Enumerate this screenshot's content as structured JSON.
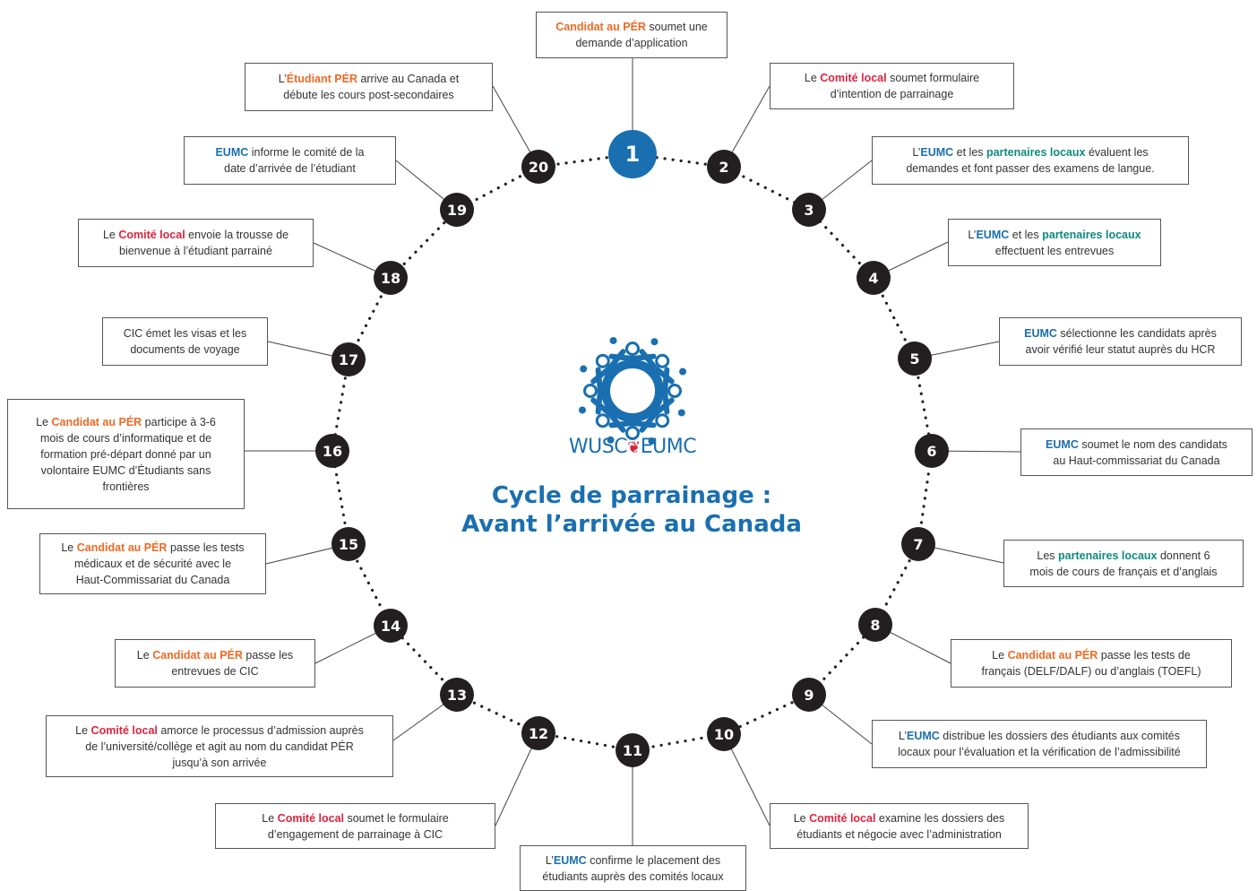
{
  "colors": {
    "orange": "#ee6a24",
    "red": "#e0243f",
    "blue": "#1a6fb0",
    "teal": "#0f8a7e",
    "dark": "#231f20"
  },
  "logo": {
    "left": "WUSC",
    "right": "EUMC",
    "icon": "maple-leaf-icon"
  },
  "title": {
    "line1": "Cycle de parrainage :",
    "line2": "Avant l’arrivée au Canada"
  },
  "steps": [
    {
      "num": "1",
      "text": [
        [
          {
            "t": "Candidat au PÉR",
            "c": "orange"
          },
          {
            "t": " soumet une"
          }
        ],
        [
          {
            "t": "demande d’application"
          }
        ]
      ]
    },
    {
      "num": "2",
      "text": [
        [
          {
            "t": "Le "
          },
          {
            "t": "Comité local",
            "c": "red"
          },
          {
            "t": " soumet formulaire"
          }
        ],
        [
          {
            "t": "d’intention de parrainage"
          }
        ]
      ]
    },
    {
      "num": "3",
      "text": [
        [
          {
            "t": "L’"
          },
          {
            "t": "EUMC",
            "c": "blue"
          },
          {
            "t": " et les "
          },
          {
            "t": "partenaires locaux",
            "c": "teal"
          },
          {
            "t": " évaluent les"
          }
        ],
        [
          {
            "t": "demandes et font passer des examens de langue."
          }
        ]
      ]
    },
    {
      "num": "4",
      "text": [
        [
          {
            "t": "L’"
          },
          {
            "t": "EUMC",
            "c": "blue"
          },
          {
            "t": " et les "
          },
          {
            "t": "partenaires locaux",
            "c": "teal"
          }
        ],
        [
          {
            "t": "effectuent les entrevues"
          }
        ]
      ]
    },
    {
      "num": "5",
      "text": [
        [
          {
            "t": "EUMC",
            "c": "blue"
          },
          {
            "t": " sélectionne les candidats après"
          }
        ],
        [
          {
            "t": "avoir vérifié leur statut auprès du HCR"
          }
        ]
      ]
    },
    {
      "num": "6",
      "text": [
        [
          {
            "t": "EUMC",
            "c": "blue"
          },
          {
            "t": " soumet le nom des candidats"
          }
        ],
        [
          {
            "t": "au Haut-commissariat du Canada"
          }
        ]
      ]
    },
    {
      "num": "7",
      "text": [
        [
          {
            "t": "Les "
          },
          {
            "t": "partenaires locaux",
            "c": "teal"
          },
          {
            "t": " donnent 6"
          }
        ],
        [
          {
            "t": "mois de cours de français et d’anglais"
          }
        ]
      ]
    },
    {
      "num": "8",
      "text": [
        [
          {
            "t": "Le "
          },
          {
            "t": "Candidat au PÉR",
            "c": "orange"
          },
          {
            "t": " passe les tests de"
          }
        ],
        [
          {
            "t": "français (DELF/DALF)  ou d’anglais (TOEFL)"
          }
        ]
      ]
    },
    {
      "num": "9",
      "text": [
        [
          {
            "t": "L’"
          },
          {
            "t": "EUMC",
            "c": "blue"
          },
          {
            "t": " distribue les dossiers des étudiants aux comités"
          }
        ],
        [
          {
            "t": "locaux pour l’évaluation et la vérification de l’admissibilité"
          }
        ]
      ]
    },
    {
      "num": "10",
      "text": [
        [
          {
            "t": "Le "
          },
          {
            "t": "Comité local",
            "c": "red"
          },
          {
            "t": " examine les dossiers des"
          }
        ],
        [
          {
            "t": "étudiants et négocie avec l’administration"
          }
        ]
      ]
    },
    {
      "num": "11",
      "text": [
        [
          {
            "t": "L’"
          },
          {
            "t": "EUMC",
            "c": "blue"
          },
          {
            "t": " confirme le placement des"
          }
        ],
        [
          {
            "t": "étudiants auprès des comités locaux"
          }
        ]
      ]
    },
    {
      "num": "12",
      "text": [
        [
          {
            "t": "Le "
          },
          {
            "t": "Comité local",
            "c": "red"
          },
          {
            "t": " soumet le formulaire"
          }
        ],
        [
          {
            "t": "d’engagement de parrainage à CIC"
          }
        ]
      ]
    },
    {
      "num": "13",
      "text": [
        [
          {
            "t": "Le "
          },
          {
            "t": "Comité local",
            "c": "red"
          },
          {
            "t": " amorce le processus d’admission auprès"
          }
        ],
        [
          {
            "t": "de l’université/collège et agit au nom du candidat PÉR"
          }
        ],
        [
          {
            "t": "jusqu’à son arrivée"
          }
        ]
      ]
    },
    {
      "num": "14",
      "text": [
        [
          {
            "t": "Le "
          },
          {
            "t": "Candidat au PÉR",
            "c": "orange"
          },
          {
            "t": " passe les"
          }
        ],
        [
          {
            "t": "entrevues de CIC"
          }
        ]
      ]
    },
    {
      "num": "15",
      "text": [
        [
          {
            "t": "Le "
          },
          {
            "t": "Candidat au PÉR",
            "c": "orange"
          },
          {
            "t": " passe les tests"
          }
        ],
        [
          {
            "t": "médicaux et de sécurité avec le"
          }
        ],
        [
          {
            "t": "Haut-Commissariat du Canada"
          }
        ]
      ]
    },
    {
      "num": "16",
      "text": [
        [
          {
            "t": "Le "
          },
          {
            "t": "Candidat au PÉR",
            "c": "orange"
          },
          {
            "t": " participe à 3-6"
          }
        ],
        [
          {
            "t": "mois de cours d’informatique et de"
          }
        ],
        [
          {
            "t": "formation pré-départ donné par un"
          }
        ],
        [
          {
            "t": "volontaire EUMC d’Étudiants sans"
          }
        ],
        [
          {
            "t": "frontières"
          }
        ]
      ]
    },
    {
      "num": "17",
      "text": [
        [
          {
            "t": "CIC émet les visas et les"
          }
        ],
        [
          {
            "t": "documents de voyage"
          }
        ]
      ]
    },
    {
      "num": "18",
      "text": [
        [
          {
            "t": "Le "
          },
          {
            "t": "Comité local",
            "c": "red"
          },
          {
            "t": " envoie la trousse de"
          }
        ],
        [
          {
            "t": "bienvenue à l’étudiant parrainé"
          }
        ]
      ]
    },
    {
      "num": "19",
      "text": [
        [
          {
            "t": "EUMC",
            "c": "blue"
          },
          {
            "t": " informe le comité de la"
          }
        ],
        [
          {
            "t": "date d’arrivée de l’étudiant"
          }
        ]
      ]
    },
    {
      "num": "20",
      "text": [
        [
          {
            "t": "L’"
          },
          {
            "t": "Étudiant PÉR",
            "c": "orange"
          },
          {
            "t": " arrive au Canada et"
          }
        ],
        [
          {
            "t": "débute les cours post-secondaires"
          }
        ]
      ]
    }
  ]
}
